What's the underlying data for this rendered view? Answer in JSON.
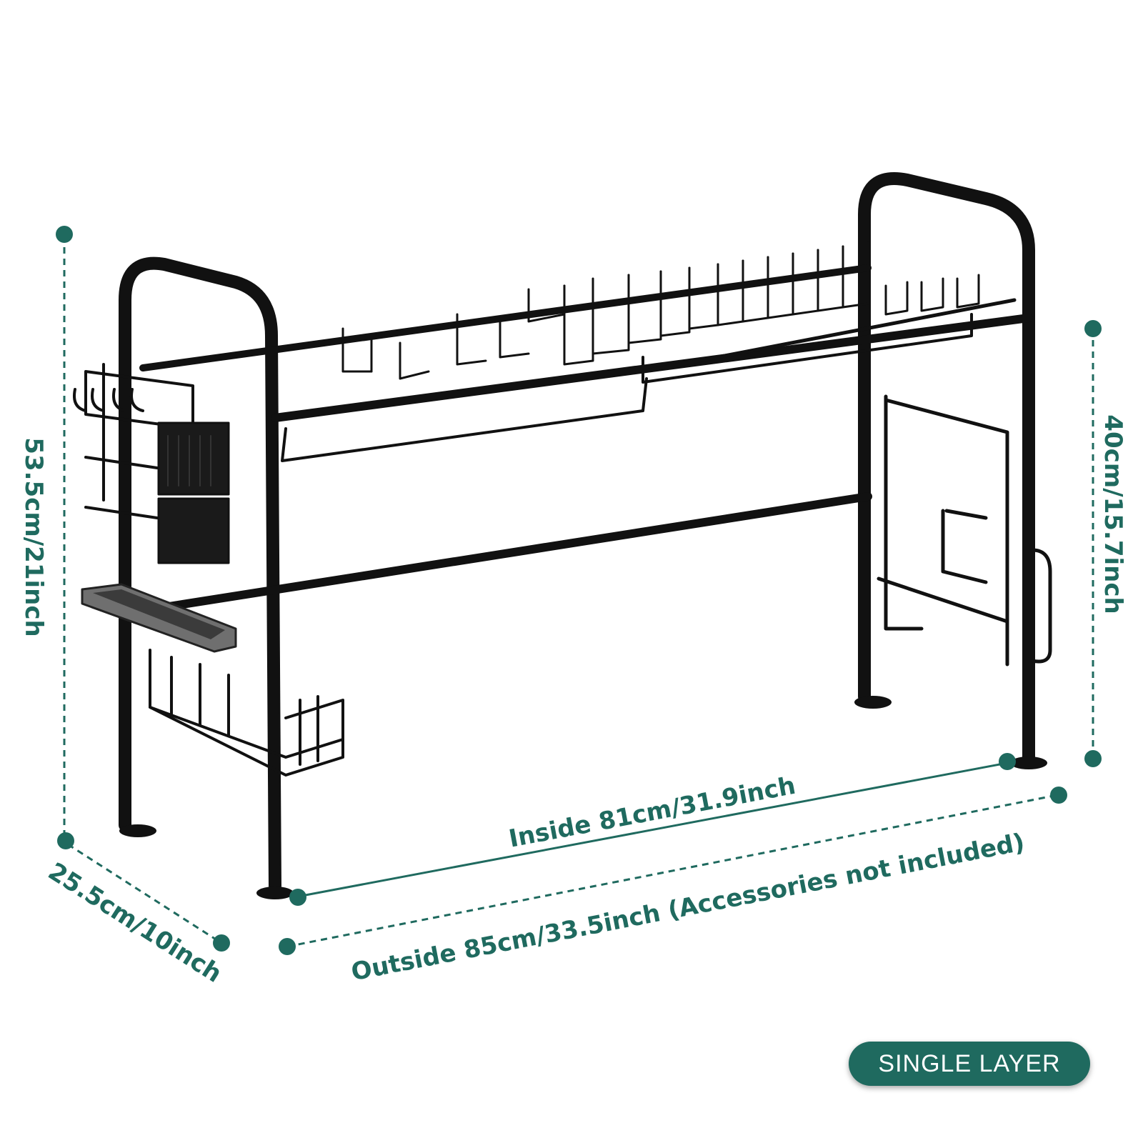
{
  "colors": {
    "accent": "#1f6a5f",
    "rack": "#111111",
    "background": "#ffffff"
  },
  "dimensions": {
    "height_total": "53.5cm/21inch",
    "height_inner": "40cm/15.7inch",
    "depth": "25.5cm/10inch",
    "inside_width": "Inside 81cm/31.9inch",
    "outside_width": "Outside 85cm/33.5inch (Accessories not included)"
  },
  "badge": {
    "label": "SINGLE LAYER"
  },
  "product": {
    "icon": "dish-rack-illustration"
  }
}
